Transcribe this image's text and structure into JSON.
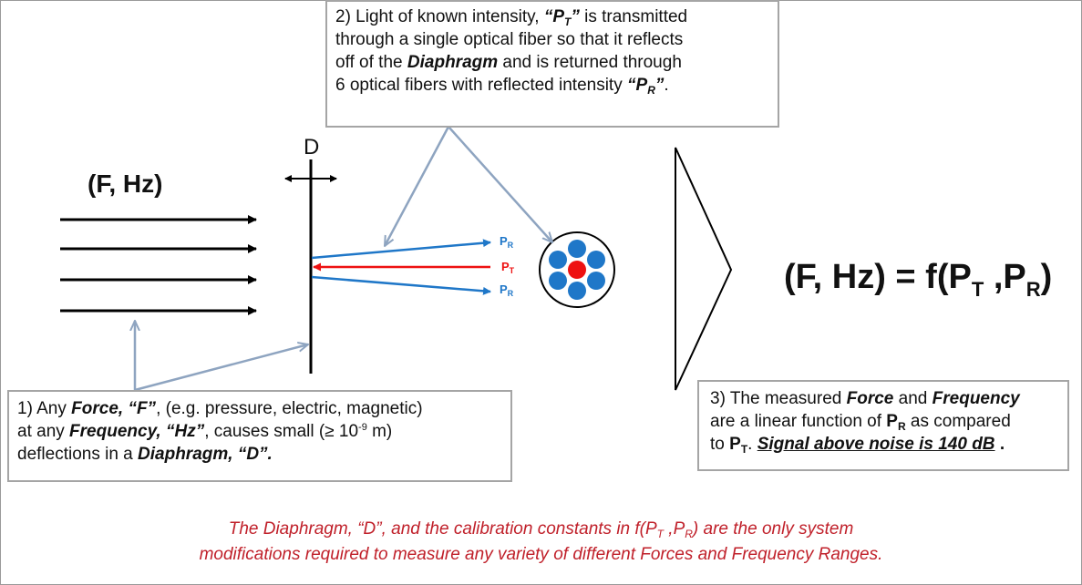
{
  "box2": {
    "l1a": "2) Light of known intensity, ",
    "l1b": "“P",
    "l1c": "T",
    "l1d": "”",
    "l1e": " is transmitted",
    "l2": "through a single optical fiber so that it reflects",
    "l3a": "off of the ",
    "l3b": "Diaphragm",
    "l3c": " and is returned through",
    "l4a": "6 optical fibers with reflected intensity ",
    "l4b": "“P",
    "l4c": "R",
    "l4d": "”",
    "l4e": "."
  },
  "fhz": "(F, Hz)",
  "d": "D",
  "labels": {
    "p": "P",
    "r": "R",
    "t": "T"
  },
  "equation": {
    "a": "(F, Hz) = f(P",
    "b": "T",
    "c": " ,P",
    "d": "R",
    "e": ")"
  },
  "box1": {
    "l1a": "1) Any ",
    "l1b": "Force, “F”",
    "l1c": ", (e.g. pressure, electric, magnetic)",
    "l2a": "at any ",
    "l2b": "Frequency, “Hz”",
    "l2c": ", causes small (≥ 10",
    "l2d": "-9",
    "l2e": " m)",
    "l3a": "deflections in a ",
    "l3b": "Diaphragm,  “D”."
  },
  "box3": {
    "l1a": "3) The measured ",
    "l1b": "Force",
    "l1c": " and ",
    "l1d": "Frequency",
    "l2a": "are a linear function of ",
    "l2b": "P",
    "l2c": "R",
    "l2d": " as compared",
    "l3a": "to ",
    "l3b": "P",
    "l3c": "T",
    "l3d": ".  ",
    "l3e": "Signal above noise is 140 dB",
    "l3f": " ."
  },
  "footnote": {
    "l1a": "The Diaphragm, “D”, and the calibration constants in f(P",
    "l1b": "T",
    "l1c": " ,P",
    "l1d": "R",
    "l1e": ") are the only system",
    "l2": "modifications required to measure any variety of different Forces and Frequency Ranges."
  },
  "colors": {
    "gray_arrow": "#8ea4c0",
    "blue": "#1f77c8",
    "red": "#e11",
    "footnote": "#c0202a"
  }
}
